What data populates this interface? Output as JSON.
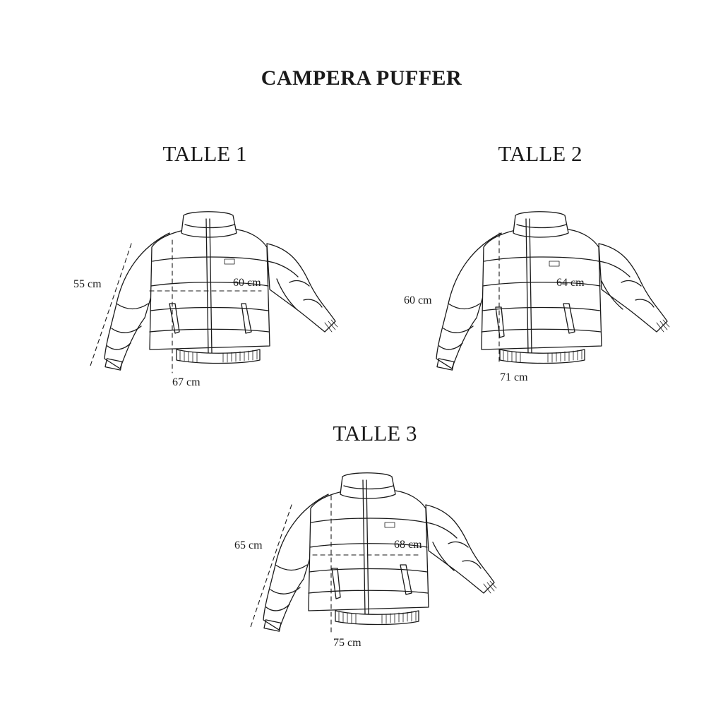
{
  "title": "CAMPERA PUFFER",
  "sizes": [
    {
      "label": "TALLE 1",
      "sleeve": "55 cm",
      "width": "60 cm",
      "length": "67 cm"
    },
    {
      "label": "TALLE 2",
      "sleeve": "60 cm",
      "width": "64 cm",
      "length": "71 cm"
    },
    {
      "label": "TALLE 3",
      "sleeve": "65 cm",
      "width": "68 cm",
      "length": "75 cm"
    }
  ]
}
